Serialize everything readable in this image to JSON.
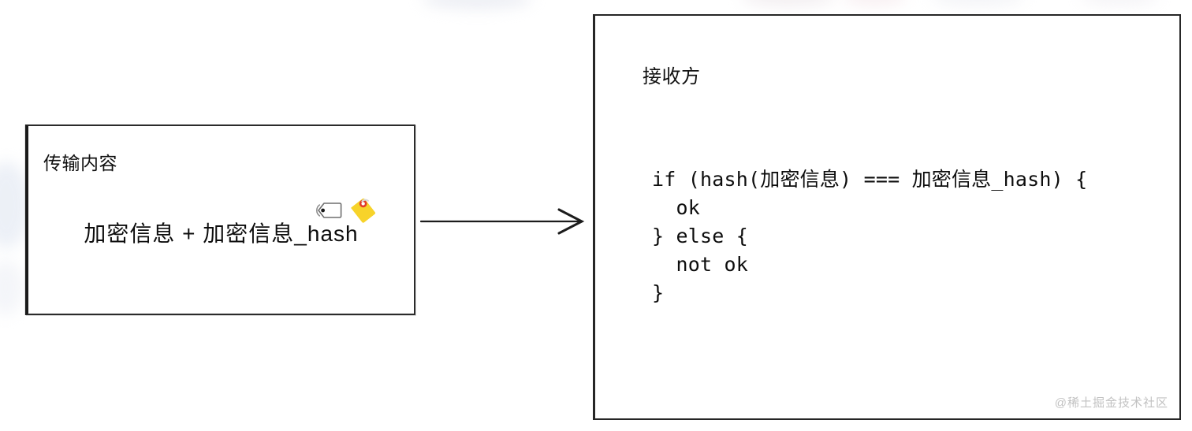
{
  "diagram": {
    "type": "flow-diagram",
    "title_implicit": "hash verification flow",
    "background_color": "#ffffff",
    "stroke_color": "#262626"
  },
  "transmission_box": {
    "title": "传输内容",
    "content": "加密信息 + 加密信息_hash",
    "icons": [
      {
        "name": "label-tag-icon",
        "description": "white outline label tag pointing left",
        "color": "#ffffff"
      },
      {
        "name": "price-tag-icon",
        "description": "yellow price tag with red hole",
        "color": "#f5cf28",
        "accent": "#e8352a"
      }
    ]
  },
  "arrow": {
    "name": "flow-arrow",
    "direction": "right",
    "color": "#1c1c1c"
  },
  "receiver_box": {
    "title": "接收方",
    "code": "if (hash(加密信息) === 加密信息_hash) {\n  ok\n} else {\n  not ok\n}",
    "code_lines": [
      "if (hash(加密信息) === 加密信息_hash) {",
      "  ok",
      "} else {",
      "  not ok",
      "}"
    ]
  },
  "watermark": {
    "text": "@稀土掘金技术社区",
    "color": "#c2c2c2"
  }
}
